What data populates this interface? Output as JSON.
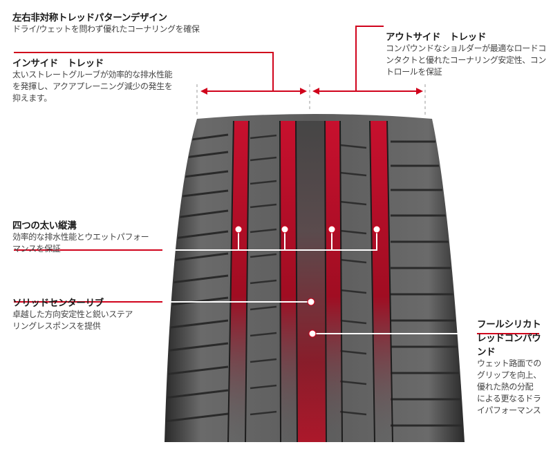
{
  "labels": {
    "asymmetric": {
      "title": "左右非対称トレッドパターンデザイン",
      "lines": [
        "ドライ/ウェットを問わず優れたコーナリングを確保"
      ]
    },
    "inside": {
      "title": "インサイド　トレッド",
      "lines": [
        "太いストレートグルーブが効率的な排水性能",
        "を発揮し、アクアプレーニング減少の発生を",
        "抑えます。"
      ]
    },
    "outside": {
      "title": "アウトサイド　トレッド",
      "lines": [
        "コンパウンドなショルダーが最適なロードコ",
        "ンタクトと優れたコーナリング安定性、コン",
        "トロールを保証"
      ]
    },
    "grooves": {
      "title": "四つの太い縦溝",
      "lines": [
        "効率的な排水性能とウエットパフォー",
        "マンスを保証"
      ]
    },
    "rib": {
      "title": "ソリッドセンターリブ",
      "lines": [
        "卓越した方向安定性と鋭いステア",
        "リングレスポンスを提供"
      ]
    },
    "silica": {
      "title_lines": [
        "フールシリカト",
        "レッドコンパウ",
        "ンド"
      ],
      "lines": [
        "ウェット路面での",
        "グリップを向上、",
        "優れた熱の分配",
        "による更なるドラ",
        "イパフォーマンス"
      ]
    }
  },
  "colors": {
    "accent": "#d0021b",
    "tire_dark": "#2b2b2b",
    "tire_rubber": "#5a5a5a",
    "groove_red": "#c8102e"
  }
}
